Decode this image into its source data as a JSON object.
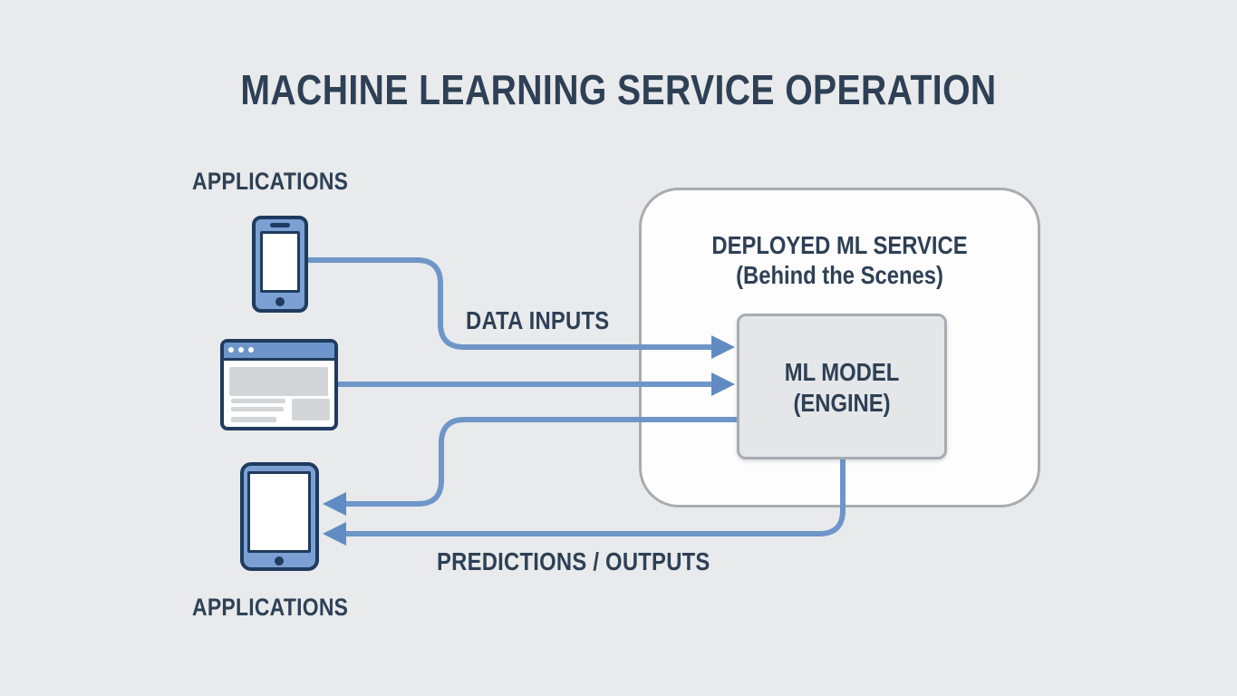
{
  "title": "MACHINE LEARNING SERVICE OPERATION",
  "labels": {
    "applications_top": "APPLICATIONS",
    "applications_bottom": "APPLICATIONS",
    "data_inputs": "DATA INPUTS",
    "predictions_outputs": "PREDICTIONS / OUTPUTS"
  },
  "service_box": {
    "title_line1": "DEPLOYED ML SERVICE",
    "title_line2": "(Behind the Scenes)"
  },
  "model_box": {
    "line1": "ML MODEL",
    "line2": "(ENGINE)"
  },
  "icons": [
    {
      "name": "smartphone-icon",
      "represents": "application device"
    },
    {
      "name": "browser-window-icon",
      "represents": "application device"
    },
    {
      "name": "tablet-icon",
      "represents": "application device"
    }
  ],
  "connectors": [
    {
      "from": "smartphone",
      "to": "ml-model",
      "type": "data-input"
    },
    {
      "from": "browser-window",
      "to": "ml-model",
      "type": "data-input"
    },
    {
      "from": "ml-model",
      "to": "tablet",
      "type": "prediction-output"
    },
    {
      "from": "ml-model",
      "to": "tablet",
      "type": "prediction-output"
    }
  ],
  "colors": {
    "bg": "#e8eaec",
    "ink": "#2e4055",
    "blue": "#6e96c8",
    "arrow": "#608bc3",
    "device_fill": "#7ba0d3",
    "device_outline": "#1f3b5e",
    "bar_blue": "#6d95cb",
    "panel_fill": "#fdfdfd",
    "panel_border": "#a7acb2",
    "model_fill": "#e4e6e8",
    "content_gray": "#d3d6d9"
  }
}
